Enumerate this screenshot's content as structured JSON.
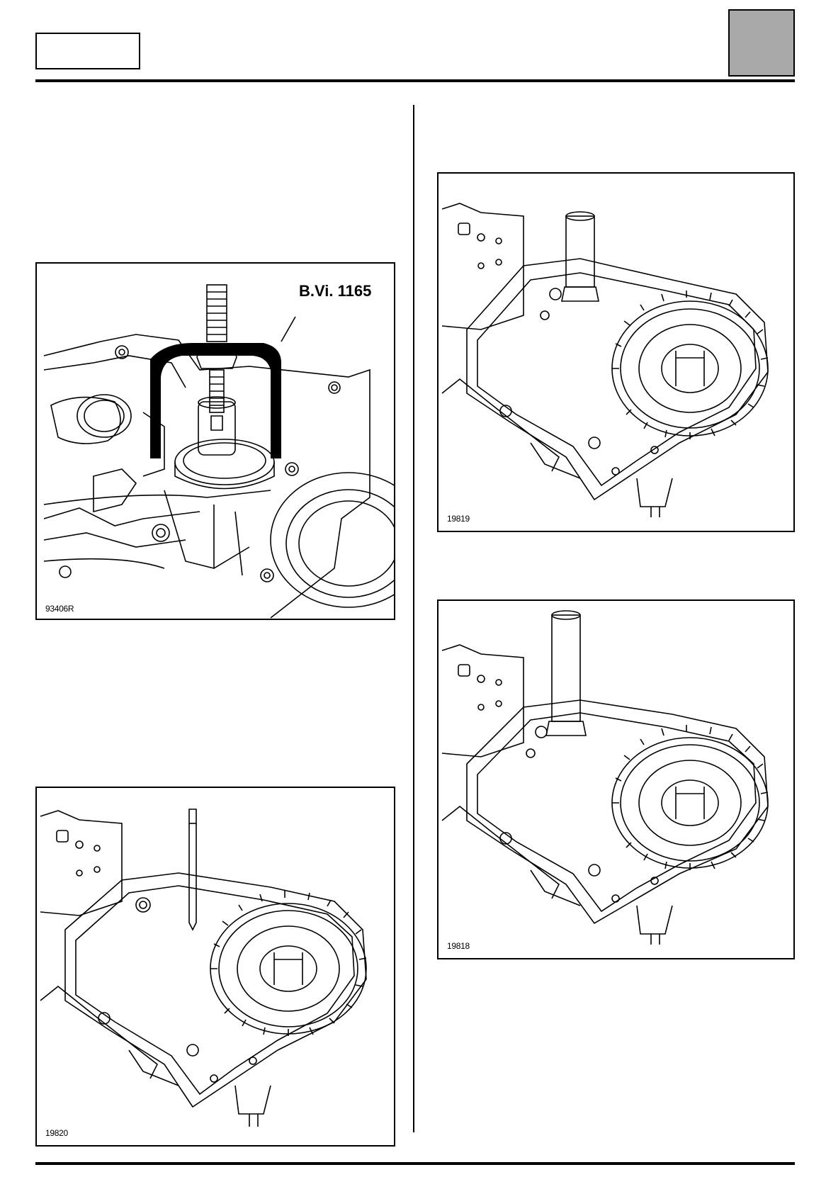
{
  "figures": [
    {
      "id": "fig1",
      "caption": "93406R",
      "tool_label": "B.Vi. 1165"
    },
    {
      "id": "fig2",
      "caption": "19819"
    },
    {
      "id": "fig3",
      "caption": "19818"
    },
    {
      "id": "fig4",
      "caption": "19820"
    }
  ],
  "colors": {
    "header_box_fill": "#a9a9a9",
    "line": "#000000"
  }
}
